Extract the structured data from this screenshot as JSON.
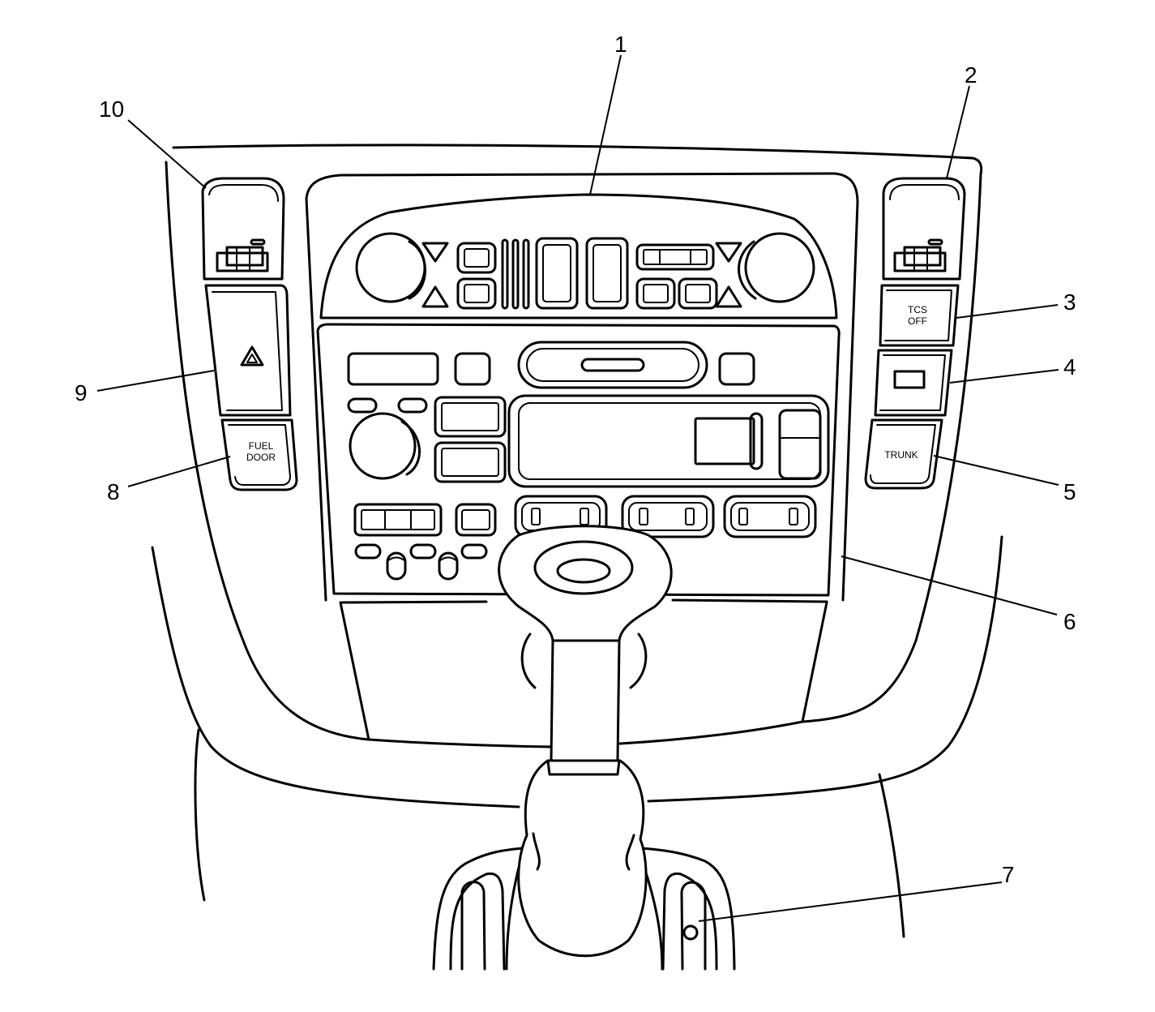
{
  "callouts": {
    "c1": "1",
    "c2": "2",
    "c3": "3",
    "c4": "4",
    "c5": "5",
    "c6": "6",
    "c7": "7",
    "c8": "8",
    "c9": "9",
    "c10": "10"
  },
  "buttons": {
    "tcs_line1": "TCS",
    "tcs_line2": "OFF",
    "trunk": "TRUNK",
    "fuel_line1": "FUEL",
    "fuel_line2": "DOOR"
  },
  "icons": {
    "hazard": "hazard-triangle-icon",
    "seat_heater": "seat-heater-icon"
  }
}
